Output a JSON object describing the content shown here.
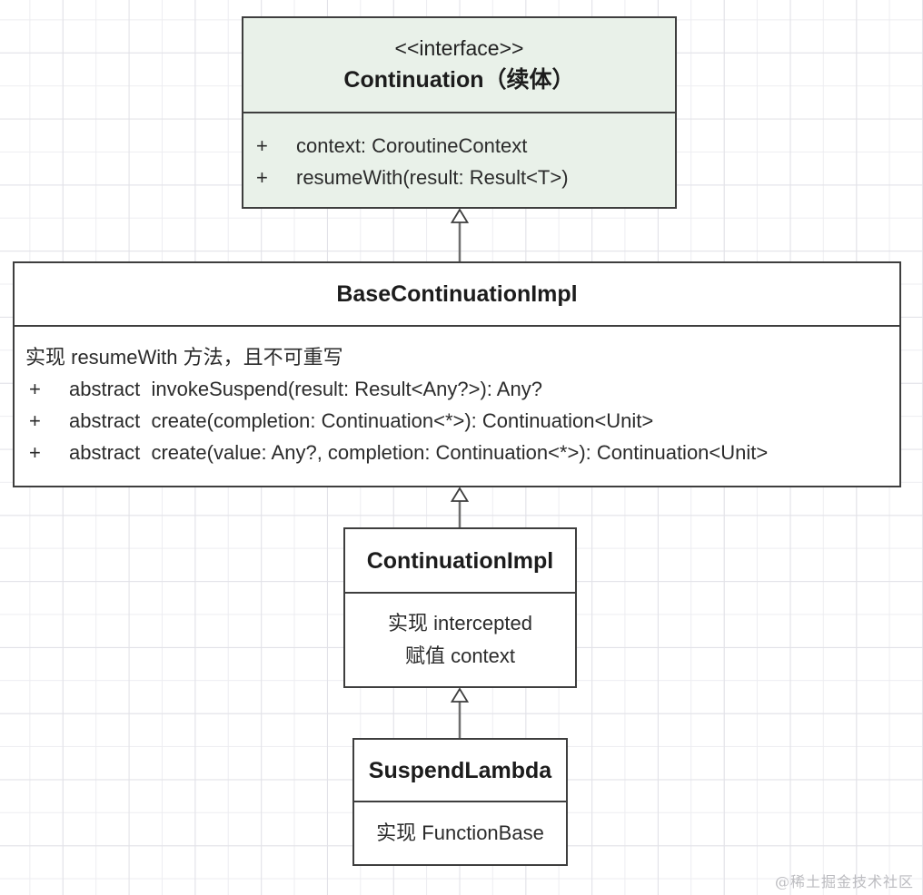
{
  "diagram": {
    "watermark": "@稀土掘金技术社区",
    "accent_fill": "#e9f1e9",
    "border_color": "#3e3e3e",
    "grid_color": "#e2e2e8"
  },
  "classes": {
    "continuation": {
      "stereotype": "<<interface>>",
      "name": "Continuation（续体）",
      "members": [
        {
          "prefix": "+",
          "text": "context: CoroutineContext"
        },
        {
          "prefix": "+",
          "text": "resumeWith(result: Result<T>)"
        }
      ]
    },
    "base_continuation_impl": {
      "name": "BaseContinuationImpl",
      "note": "实现 resumeWith 方法，且不可重写",
      "members": [
        {
          "prefix": "+",
          "text": "abstract  invokeSuspend(result: Result<Any?>): Any?"
        },
        {
          "prefix": "+",
          "text": "abstract  create(completion: Continuation<*>): Continuation<Unit>"
        },
        {
          "prefix": "+",
          "text": "abstract  create(value: Any?, completion: Continuation<*>): Continuation<Unit>"
        }
      ]
    },
    "continuation_impl": {
      "name": "ContinuationImpl",
      "body_lines": [
        "实现 intercepted",
        "赋值 context"
      ]
    },
    "suspend_lambda": {
      "name": "SuspendLambda",
      "body_lines": [
        "实现 FunctionBase"
      ]
    }
  }
}
